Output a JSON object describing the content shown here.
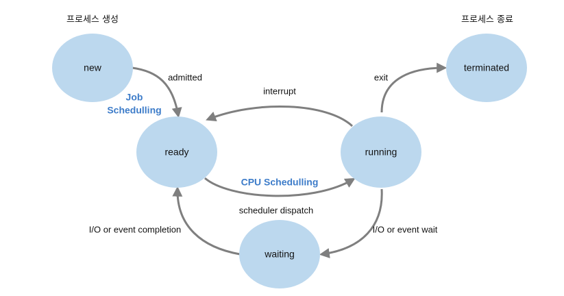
{
  "colors": {
    "node_fill": "#bcd8ee",
    "arrow": "#7f7f7f",
    "emphasis": "#3d7cc9",
    "text": "#111111"
  },
  "captions": {
    "process_creation": "프로세스 생성",
    "process_termination": "프로세스 종료"
  },
  "states": {
    "new": "new",
    "ready": "ready",
    "running": "running",
    "waiting": "waiting",
    "terminated": "terminated"
  },
  "transitions": {
    "admitted": "admitted",
    "interrupt": "interrupt",
    "exit": "exit",
    "scheduler_dispatch": "scheduler dispatch",
    "io_completion": "I/O or event completion",
    "io_wait": "I/O or event wait"
  },
  "emphasis": {
    "job_line1": "Job",
    "job_line2": "Schedulling",
    "cpu": "CPU Schedulling"
  }
}
